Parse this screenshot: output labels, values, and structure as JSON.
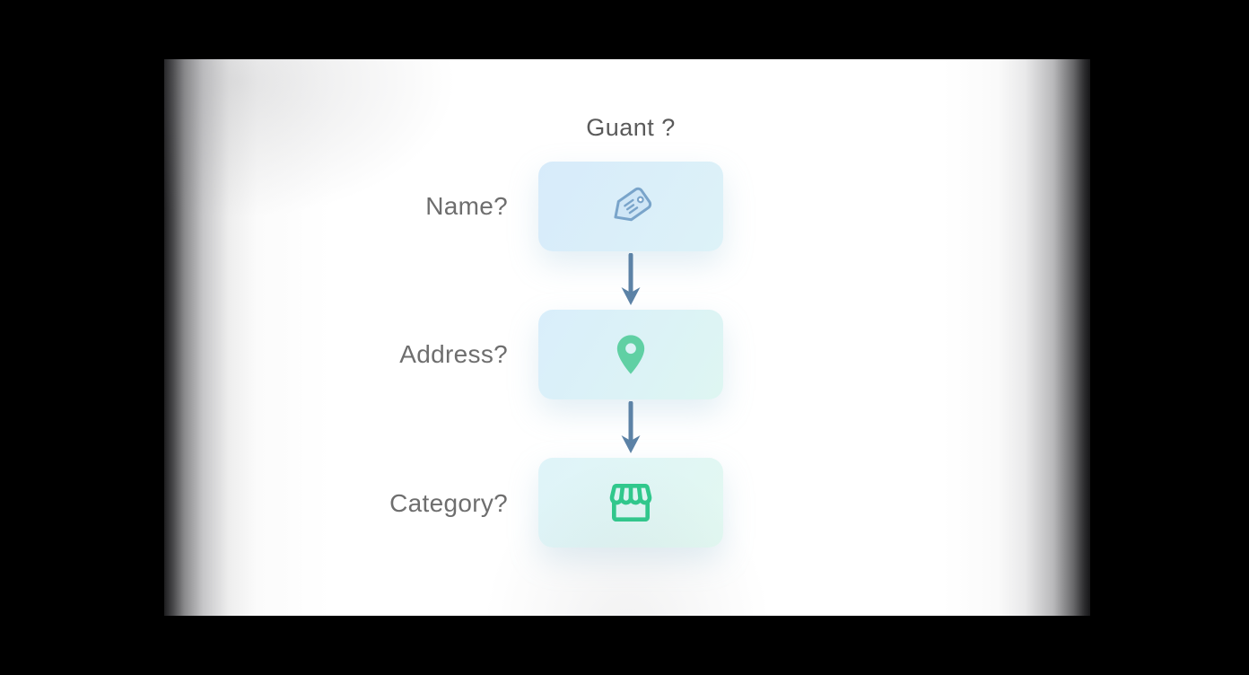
{
  "diagram": {
    "title": "Guant ?",
    "steps": [
      {
        "label": "Name?",
        "icon": "tag-icon"
      },
      {
        "label": "Address?",
        "icon": "location-pin-icon"
      },
      {
        "label": "Category?",
        "icon": "storefront-icon"
      }
    ],
    "colors": {
      "arrow": "#5c82a6",
      "title_text": "#5a5a5a",
      "label_text": "#6e6e6e",
      "box_blue_start": "#d7ebfa",
      "box_teal_end": "#e2f8f1",
      "tag_icon_stroke": "#79a4ca",
      "tag_icon_fill": "#cfe6f6",
      "pin_icon": "#60d0a4",
      "storefront_icon": "#2fc98c"
    }
  }
}
